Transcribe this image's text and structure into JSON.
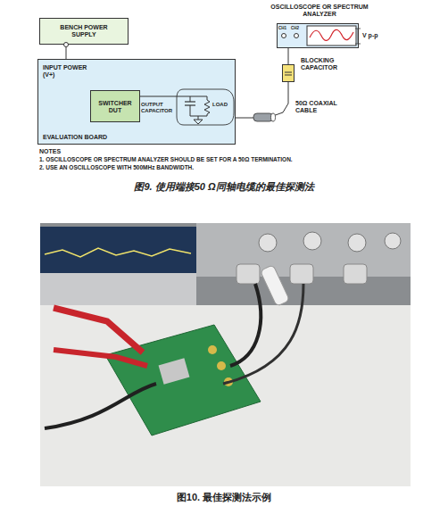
{
  "diagram": {
    "caption": "图9. 使用端接50 Ω同轴电缆的最佳探测法",
    "nodes": [
      {
        "text": [
          "OSCILLOSCOPE OR SPECTRUM ANALYZER"
        ]
      },
      {
        "text": [
          "BENCH POWER SUPPLY"
        ]
      },
      {
        "text": [
          "EVALUATION BOARD"
        ]
      },
      {
        "text": [
          "SWITCHER DUT"
        ],
        "in": 2
      },
      {
        "text": [
          "BLOCKING CAPACITOR"
        ]
      }
    ],
    "edges": [
      {
        "from": 1,
        "to": 2,
        "arrow": "none"
      },
      {
        "from": 2,
        "to": 4,
        "arrow": "none"
      },
      {
        "from": 4,
        "to": 0,
        "arrow": "none"
      }
    ],
    "labels": [
      "CH1",
      "CH2",
      "V p-p",
      "INPUT POWER (V+)",
      "OUTPUT CAPACITOR",
      "LOAD",
      "50Ω COAXIAL CABLE",
      "NOTES",
      "1. OSCILLOSCOPE OR SPECTRUM ANALYZER SHOULD BE SET FOR A 50Ω TERMINATION.",
      "2. USE AN OSCILLOSCOPE WITH 500MHz BANDWIDTH.",
      "图10. 最佳探测法示例"
    ]
  }
}
